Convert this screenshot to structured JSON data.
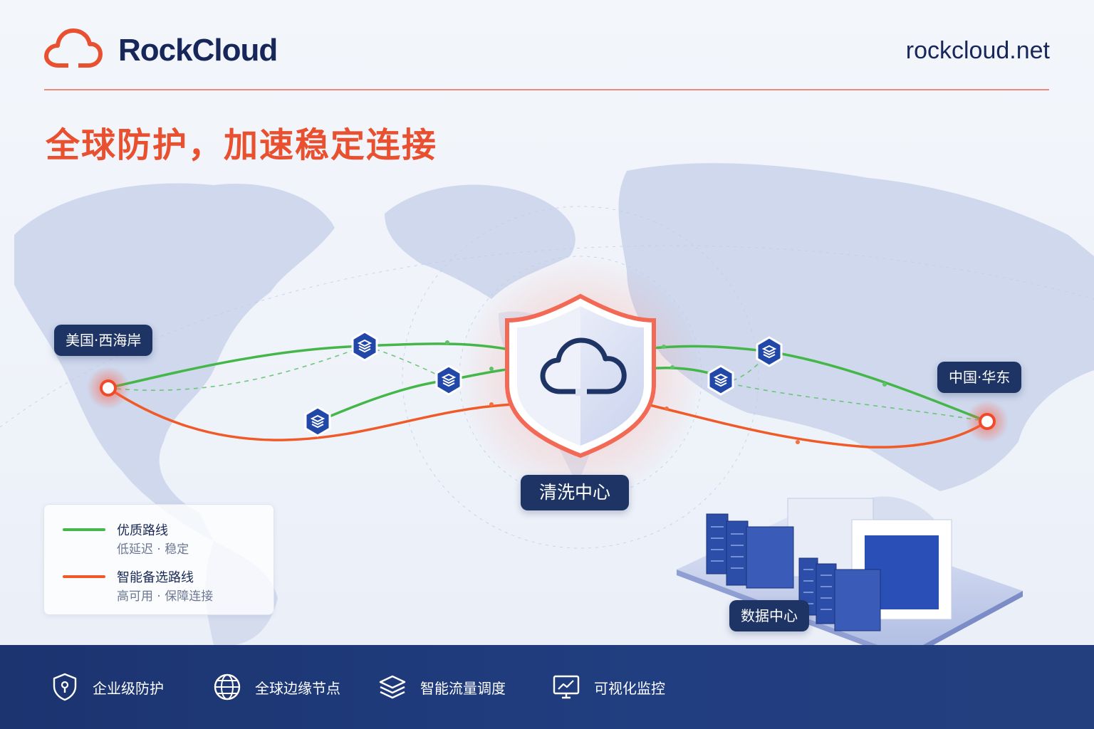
{
  "header": {
    "brand_name": "RockCloud",
    "domain": "rockcloud.net",
    "headline": "全球防护，加速稳定连接"
  },
  "labels": {
    "us_west": "美国·西海岸",
    "china_east": "中国·华东",
    "scrubbing_center": "清洗中心",
    "data_center": "数据中心"
  },
  "legend": {
    "premium": {
      "title": "优质路线",
      "subtitle": "低延迟 · 稳定"
    },
    "backup": {
      "title": "智能备选路线",
      "subtitle": "高可用 · 保障连接"
    }
  },
  "footer": {
    "features": [
      {
        "icon": "shield-icon",
        "label": "企业级防护"
      },
      {
        "icon": "globe-icon",
        "label": "全球边缘节点"
      },
      {
        "icon": "layers-icon",
        "label": "智能流量调度"
      },
      {
        "icon": "monitor-chart-icon",
        "label": "可视化监控"
      }
    ]
  },
  "colors": {
    "brand_red": "#e8502f",
    "navy": "#1e3465",
    "premium_route": "#45b649",
    "backup_route": "#f05a28"
  }
}
